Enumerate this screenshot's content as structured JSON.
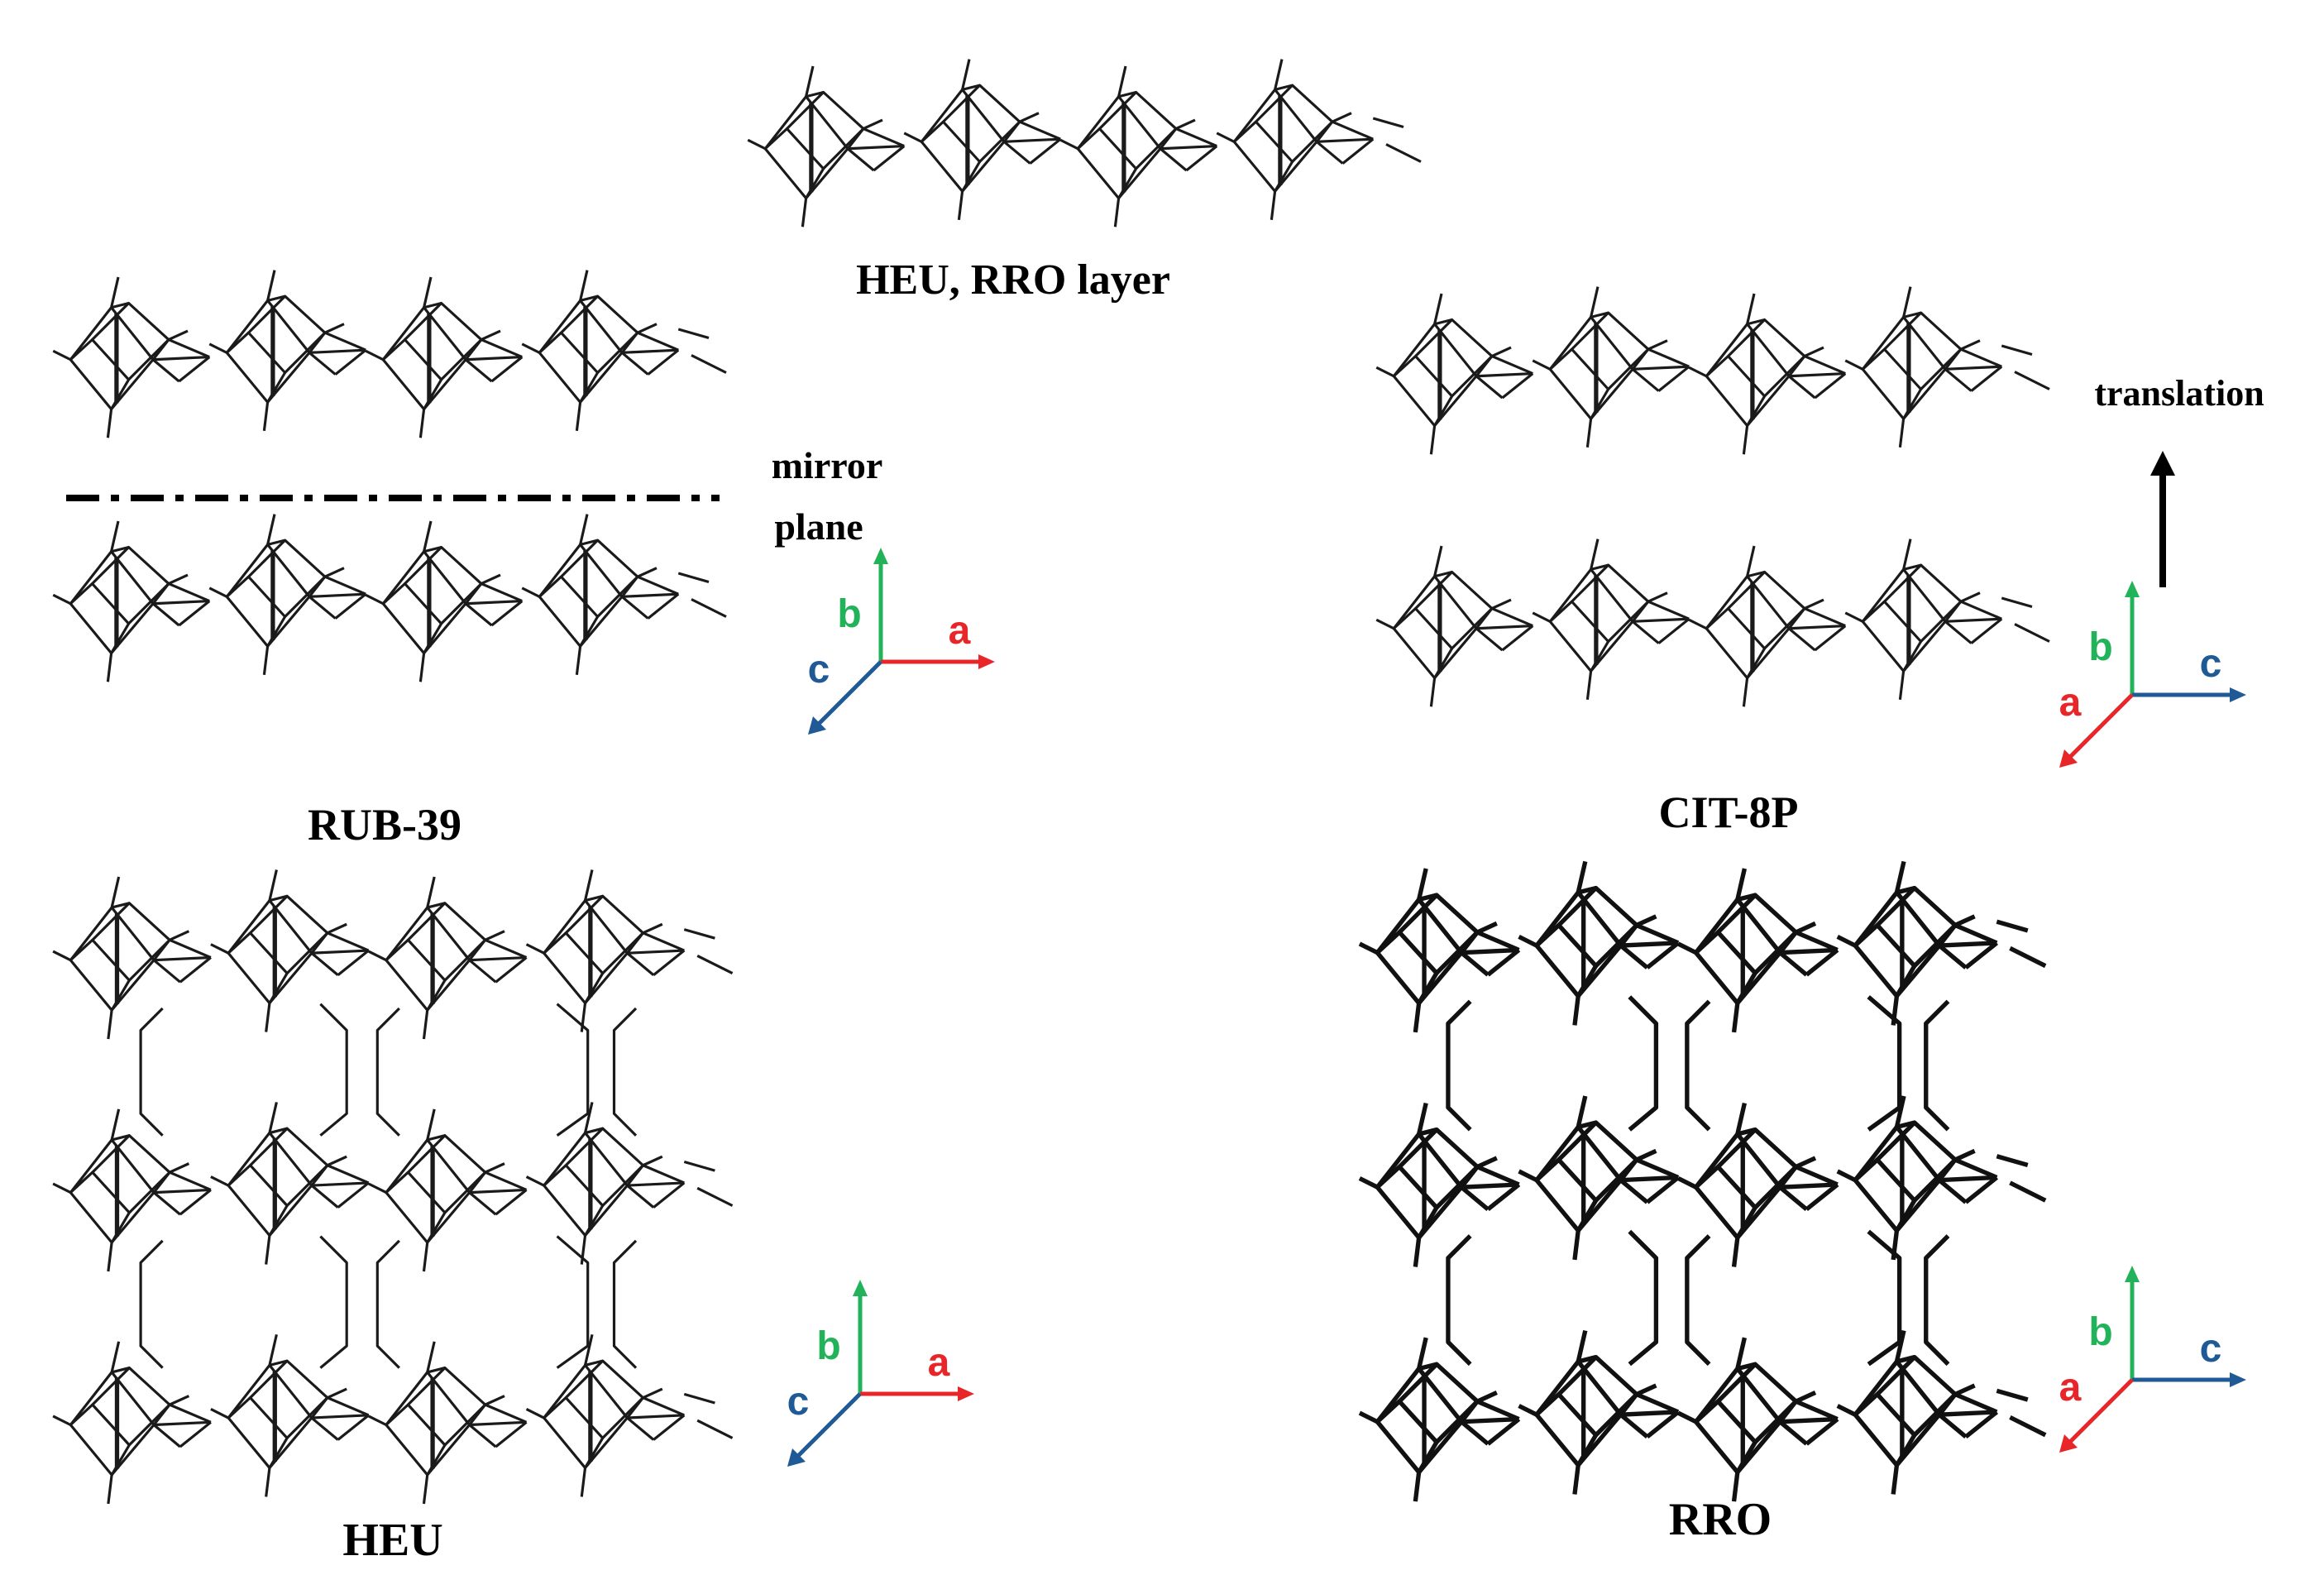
{
  "colors": {
    "background": "#ffffff",
    "framework": "#1a1a1a",
    "axis_a": "#e8262a",
    "axis_b": "#22b35a",
    "axis_c": "#1f5a96"
  },
  "labels": {
    "heu_rro_layer": "HEU, RRO layer",
    "rub39": "RUB-39",
    "cit8p": "CIT-8P",
    "heu": "HEU",
    "rro": "RRO",
    "mirror_line1": "mirror",
    "mirror_line2": "plane",
    "translation": "translation"
  },
  "axes": {
    "rub39": {
      "up": "b",
      "right": "a",
      "diag": "c"
    },
    "cit8p": {
      "up": "b",
      "right": "c",
      "diag": "a"
    },
    "heu": {
      "up": "b",
      "right": "a",
      "diag": "c"
    },
    "rro": {
      "up": "b",
      "right": "c",
      "diag": "a"
    }
  }
}
